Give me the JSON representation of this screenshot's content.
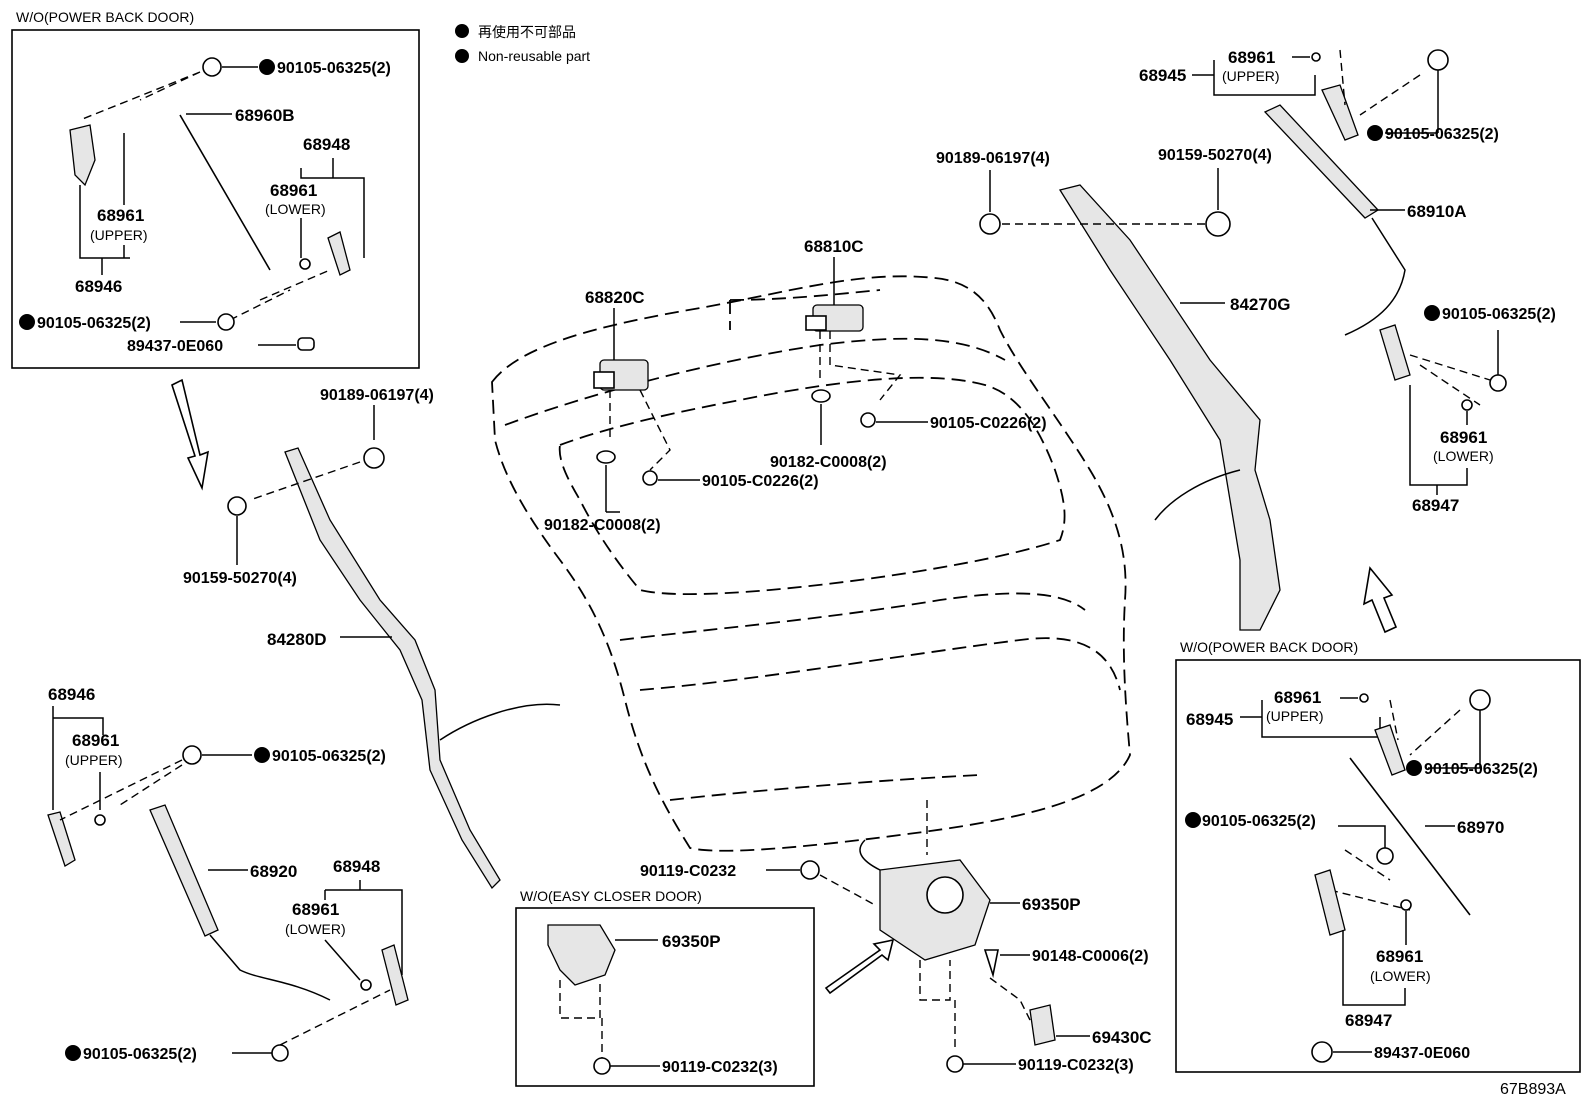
{
  "legend": {
    "line1": "再使用不可部品",
    "line2": "Non-reusable part"
  },
  "boxes": {
    "top_left_header": "W/O(POWER BACK DOOR)",
    "bottom_right_header": "W/O(POWER BACK DOOR)",
    "bottom_center_header": "W/O(EASY CLOSER DOOR)"
  },
  "labels": {
    "tl_90105": "90105-06325(2)",
    "tl_68960B": "68960B",
    "tl_68948": "68948",
    "tl_68961_lower": "68961",
    "tl_lower": "(LOWER)",
    "tl_68961_upper": "68961",
    "tl_upper": "(UPPER)",
    "tl_68946": "68946",
    "tl_90105_b": "90105-06325(2)",
    "tl_89437": "89437-0E060",
    "l_90189": "90189-06197(4)",
    "l_90159": "90159-50270(4)",
    "l_84280D": "84280D",
    "bl_68946": "68946",
    "bl_68961_upper": "68961",
    "bl_upper": "(UPPER)",
    "bl_90105": "90105-06325(2)",
    "bl_68920": "68920",
    "bl_68948": "68948",
    "bl_68961_lower": "68961",
    "bl_lower": "(LOWER)",
    "bl_90105_b": "90105-06325(2)",
    "c_68820C": "68820C",
    "c_68810C": "68810C",
    "c_90105_r": "90105-C0226(2)",
    "c_90182_r": "90182-C0008(2)",
    "c_90105_l": "90105-C0226(2)",
    "c_90182_l": "90182-C0008(2)",
    "c_90119": "90119-C0232",
    "c_69350P": "69350P",
    "c_90148": "90148-C0006(2)",
    "c_69430C": "69430C",
    "c_90119_3": "90119-C0232(3)",
    "bc_69350P": "69350P",
    "bc_90119": "90119-C0232(3)",
    "r_90189": "90189-06197(4)",
    "r_90159": "90159-50270(4)",
    "r_84270G": "84270G",
    "tr_68945": "68945",
    "tr_68961_upper": "68961",
    "tr_upper": "(UPPER)",
    "tr_90105": "90105-06325(2)",
    "tr_68910A": "68910A",
    "tr_90105_b": "90105-06325(2)",
    "tr_68961_lower": "68961",
    "tr_lower": "(LOWER)",
    "tr_68947": "68947",
    "br_68945": "68945",
    "br_68961_upper": "68961",
    "br_upper": "(UPPER)",
    "br_90105": "90105-06325(2)",
    "br_90105_b": "90105-06325(2)",
    "br_68970": "68970",
    "br_68961_lower": "68961",
    "br_lower": "(LOWER)",
    "br_68947": "68947",
    "br_89437": "89437-0E060",
    "drawing_id": "67B893A"
  }
}
